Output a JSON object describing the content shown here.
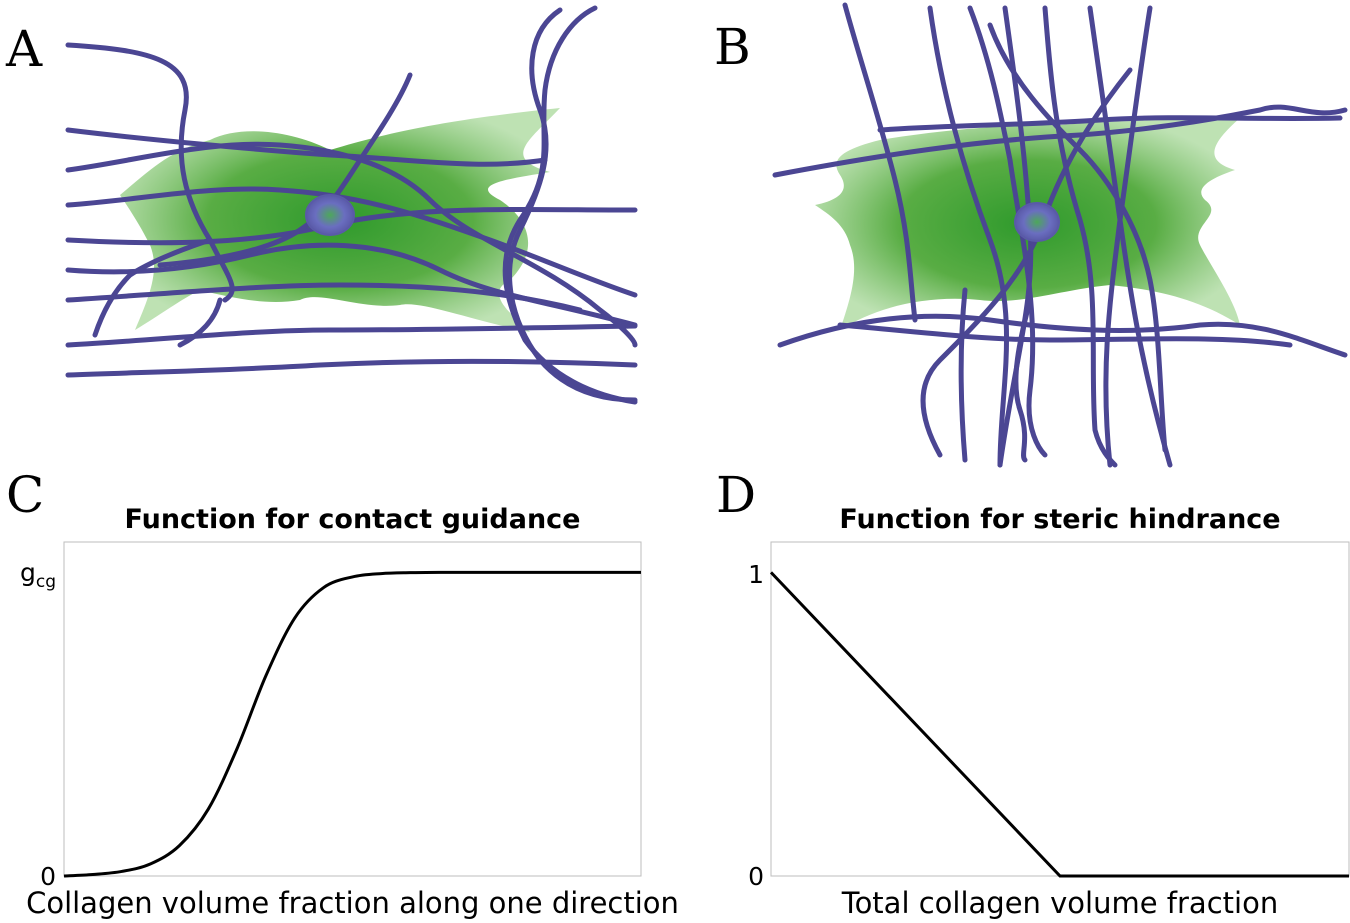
{
  "panels": {
    "a": {
      "letter": "A"
    },
    "b": {
      "letter": "B"
    },
    "c": {
      "letter": "C"
    },
    "d": {
      "letter": "D"
    }
  },
  "colors": {
    "fiber": "#4b4693",
    "cell": "#59ad44",
    "nucleus": "#6a6ec0",
    "curve": "#000000",
    "axis_box": "#bdbdbd"
  },
  "chart_data": [
    {
      "type": "line",
      "title": "Function for contact guidance",
      "xlabel": "Collagen volume fraction along one direction",
      "ylabel": "",
      "y_ticks": [
        {
          "value": 0,
          "label": "0"
        },
        {
          "value": 1,
          "label_main": "g",
          "label_sub": "cg"
        }
      ],
      "xlim": [
        0,
        1
      ],
      "ylim": [
        0,
        1.1
      ],
      "series": [
        {
          "x": [
            0,
            0.05,
            0.1,
            0.15,
            0.2,
            0.25,
            0.3,
            0.35,
            0.4,
            0.45,
            0.5,
            0.55,
            0.6,
            0.65,
            0.7,
            0.8,
            0.9,
            1.0
          ],
          "y": [
            0,
            0.005,
            0.015,
            0.04,
            0.1,
            0.22,
            0.42,
            0.66,
            0.85,
            0.95,
            0.985,
            0.996,
            0.999,
            1.0,
            1.0,
            1.0,
            1.0,
            1.0
          ]
        }
      ],
      "grid": false
    },
    {
      "type": "line",
      "title": "Function for steric hindrance",
      "xlabel": "Total collagen volume fraction",
      "ylabel": "",
      "y_ticks": [
        {
          "value": 0,
          "label": "0"
        },
        {
          "value": 1,
          "label": "1"
        }
      ],
      "xlim": [
        0,
        1
      ],
      "ylim": [
        0,
        1.1
      ],
      "series": [
        {
          "x": [
            0,
            0.5,
            1.0
          ],
          "y": [
            1,
            0,
            0
          ]
        }
      ],
      "grid": false
    }
  ]
}
